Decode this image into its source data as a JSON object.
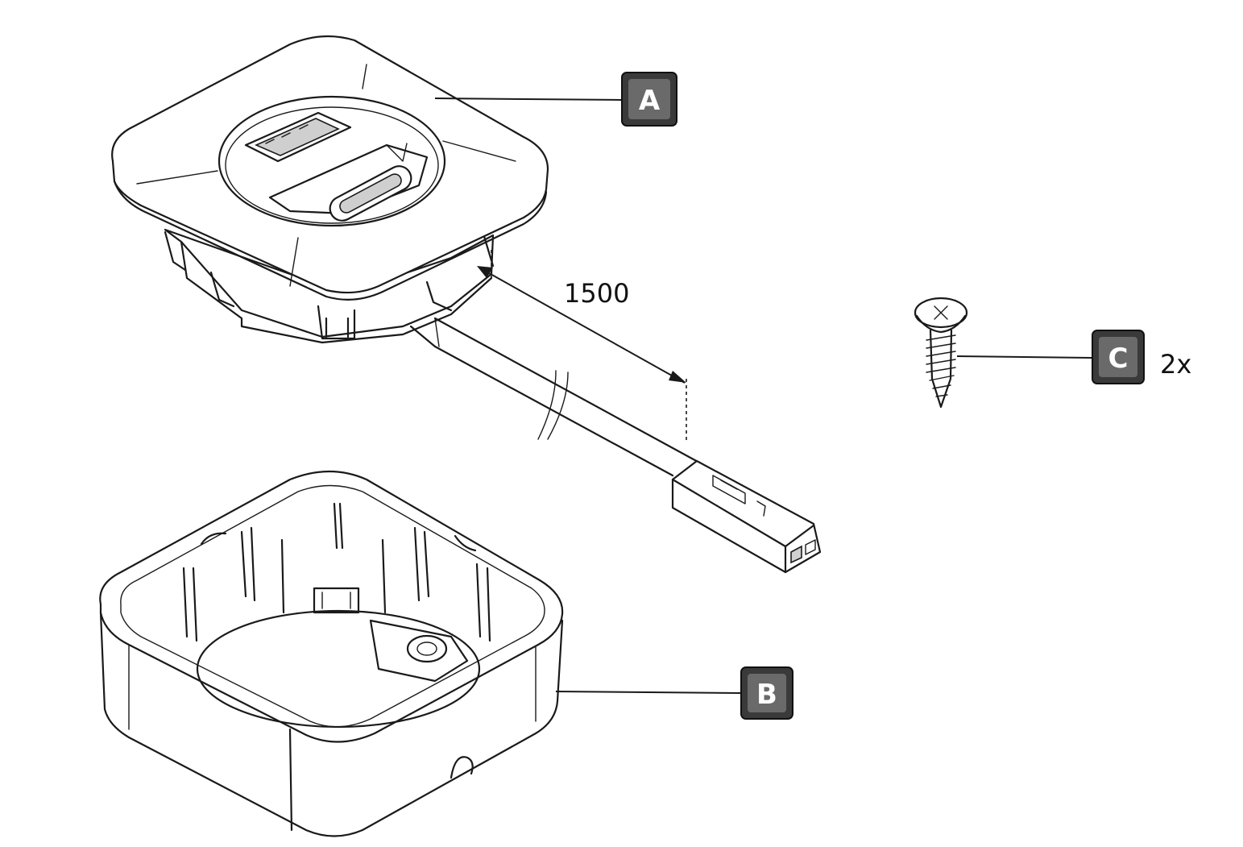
{
  "labels": {
    "part_a": "A",
    "part_b": "B",
    "part_c": "C"
  },
  "quantity_c": "2x",
  "cable_length": "1500",
  "icons": {
    "socket_module": "usb-socket-module-icon",
    "mounting_box": "mounting-box-icon",
    "screw": "screw-icon",
    "connector": "cable-connector-icon"
  }
}
